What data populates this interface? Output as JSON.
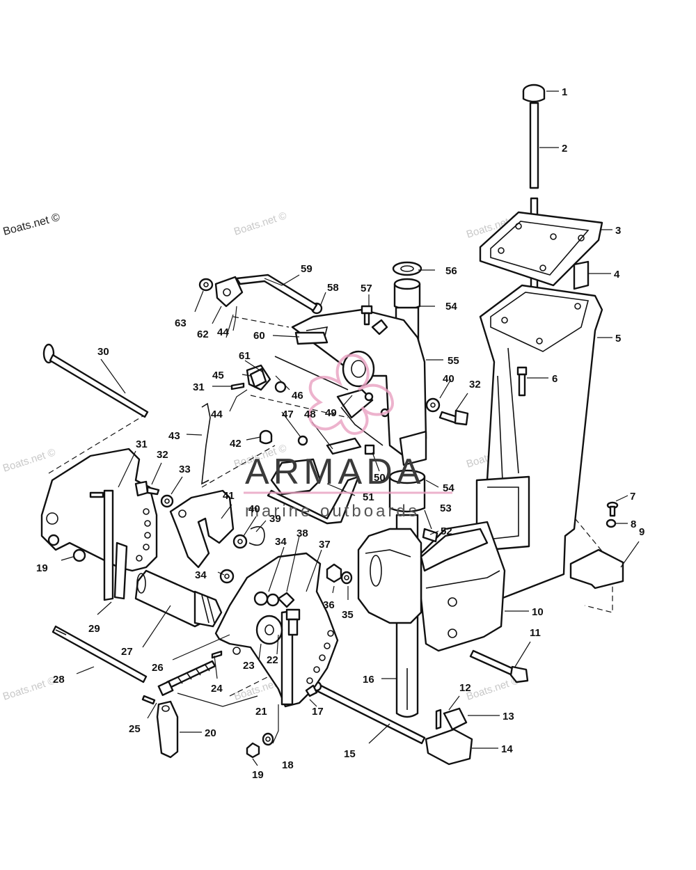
{
  "watermarks": {
    "main": "Boats.net ©",
    "faint": "Boats.net ©"
  },
  "brand": {
    "name": "ARMADA",
    "tagline": "marine outboards",
    "color": "#e8a0c0"
  },
  "callouts": [
    "1",
    "2",
    "3",
    "4",
    "5",
    "6",
    "7",
    "8",
    "9",
    "10",
    "11",
    "12",
    "13",
    "14",
    "15",
    "16",
    "17",
    "18",
    "19",
    "19",
    "20",
    "21",
    "22",
    "23",
    "24",
    "25",
    "26",
    "27",
    "28",
    "29",
    "30",
    "31",
    "31",
    "32",
    "32",
    "33",
    "34",
    "34",
    "35",
    "36",
    "37",
    "38",
    "39",
    "40",
    "40",
    "41",
    "42",
    "43",
    "44",
    "44",
    "45",
    "46",
    "47",
    "48",
    "49",
    "50",
    "51",
    "52",
    "53",
    "54",
    "54",
    "55",
    "56",
    "57",
    "58",
    "59",
    "60",
    "61",
    "62",
    "63"
  ]
}
